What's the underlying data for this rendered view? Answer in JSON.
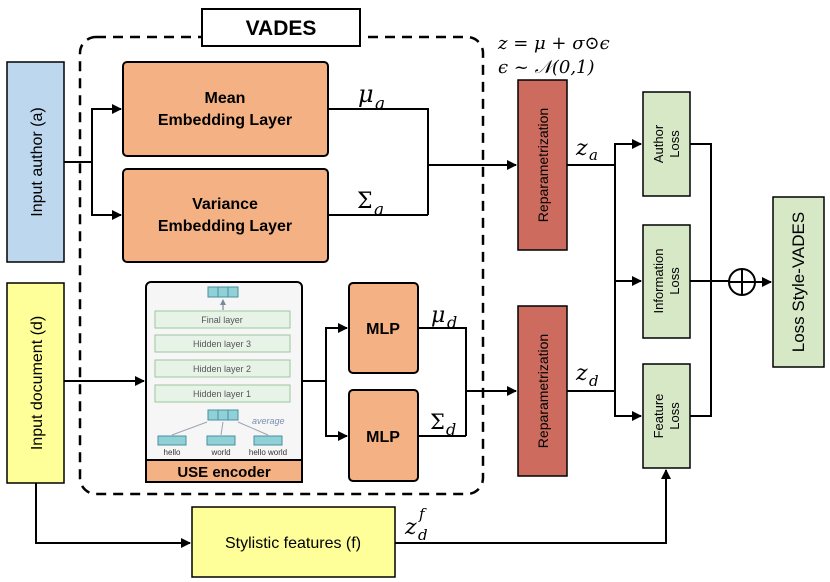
{
  "title": "VADES",
  "equation": {
    "line1": "z = μ + σ⊙ϵ",
    "line2": "ϵ ~ 𝒩(0,1)"
  },
  "inputs": {
    "author": "Input author (a)",
    "document": "Input document (d)"
  },
  "layers": {
    "mean_line1": "Mean",
    "mean_line2": "Embedding Layer",
    "variance_line1": "Variance",
    "variance_line2": "Embedding Layer",
    "mlp_top": "MLP",
    "mlp_bottom": "MLP"
  },
  "use_encoder": {
    "label": "USE encoder",
    "layers": [
      "Final layer",
      "Hidden layer 3",
      "Hidden layer 2",
      "Hidden layer 1"
    ],
    "average": "average",
    "tokens": [
      "hello",
      "world",
      "hello world"
    ]
  },
  "reparam": {
    "top": "Reparametrization",
    "bottom": "Reparametrization"
  },
  "symbols": {
    "mu_a": "μ",
    "mu_a_sub": "a",
    "sigma_a": "Σ",
    "sigma_a_sub": "a",
    "mu_d": "μ",
    "mu_d_sub": "d",
    "sigma_d": "Σ",
    "sigma_d_sub": "d",
    "z_a": "z",
    "z_a_sub": "a",
    "z_d": "z",
    "z_d_sub": "d",
    "z_df": "z",
    "z_df_sub": "d",
    "z_df_sup": "f"
  },
  "losses": {
    "author": [
      "Author",
      "Loss"
    ],
    "information": [
      "Information",
      "Loss"
    ],
    "feature": [
      "Feature",
      "Loss"
    ]
  },
  "stylistic": "Stylistic features (f)",
  "output": "Loss Style-VADES",
  "colors": {
    "input_author_fill": "#bdd7ee",
    "input_doc_fill": "#ffff99",
    "orange_fill": "#f4b183",
    "reparam_fill": "#cd6b5e",
    "loss_fill": "#d6e8c6",
    "use_fill": "#f6f6f6",
    "use_layer": "#e8f3e8",
    "stroke": "#000000"
  }
}
